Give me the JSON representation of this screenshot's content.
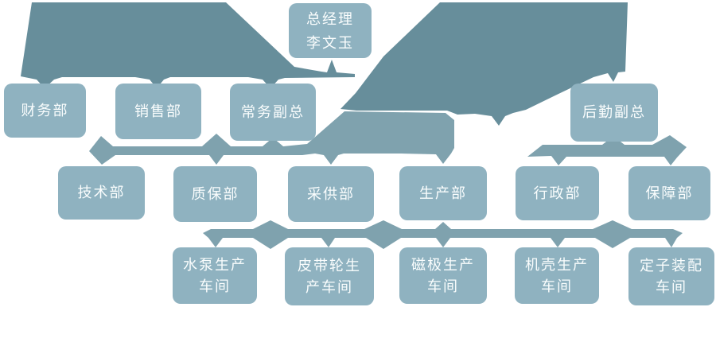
{
  "chart_data": {
    "type": "org-chart",
    "title": "",
    "nodes": [
      {
        "id": "gm",
        "label": "总经理\n李文玉",
        "level": 1,
        "parent": null
      },
      {
        "id": "finance",
        "label": "财务部",
        "level": 2,
        "parent": "gm"
      },
      {
        "id": "sales",
        "label": "销售部",
        "level": 2,
        "parent": "gm"
      },
      {
        "id": "exec",
        "label": "常务副总",
        "level": 2,
        "parent": "gm"
      },
      {
        "id": "logistics",
        "label": "后勤副总",
        "level": 2,
        "parent": "gm"
      },
      {
        "id": "tech",
        "label": "技术部",
        "level": 3,
        "parent": "exec"
      },
      {
        "id": "quality",
        "label": "质保部",
        "level": 3,
        "parent": "exec"
      },
      {
        "id": "procure",
        "label": "采供部",
        "level": 3,
        "parent": "exec"
      },
      {
        "id": "produce",
        "label": "生产部",
        "level": 3,
        "parent": "exec"
      },
      {
        "id": "admin",
        "label": "行政部",
        "level": 3,
        "parent": "logistics"
      },
      {
        "id": "support",
        "label": "保障部",
        "level": 3,
        "parent": "logistics"
      },
      {
        "id": "pump",
        "label": "水泵生产\n车间",
        "level": 4,
        "parent": "produce"
      },
      {
        "id": "pulley",
        "label": "皮带轮生\n产车间",
        "level": 4,
        "parent": "produce"
      },
      {
        "id": "magpole",
        "label": "磁极生产\n车间",
        "level": 4,
        "parent": "produce"
      },
      {
        "id": "casing",
        "label": "机壳生产\n车间",
        "level": 4,
        "parent": "produce"
      },
      {
        "id": "stator",
        "label": "定子装配\n车间",
        "level": 4,
        "parent": "produce"
      }
    ]
  },
  "org": {
    "root": {
      "label": "总经理\n李文玉"
    },
    "level2": [
      {
        "label": "财务部"
      },
      {
        "label": "销售部"
      },
      {
        "label": "常务副总"
      },
      {
        "label": "后勤副总"
      }
    ],
    "level3": [
      {
        "label": "技术部"
      },
      {
        "label": "质保部"
      },
      {
        "label": "采供部"
      },
      {
        "label": "生产部"
      },
      {
        "label": "行政部"
      },
      {
        "label": "保障部"
      }
    ],
    "level4": [
      {
        "label": "水泵生产\n车间"
      },
      {
        "label": "皮带轮生\n产车间"
      },
      {
        "label": "磁极生产\n车间"
      },
      {
        "label": "机壳生产\n车间"
      },
      {
        "label": "定子装配\n车间"
      }
    ]
  },
  "colors": {
    "connector_dark": "#678e9b",
    "connector_light": "#7fa2ae",
    "box_fill": "#8fb2c0",
    "box_text": "#fafdfd",
    "background": "#ffffff"
  }
}
